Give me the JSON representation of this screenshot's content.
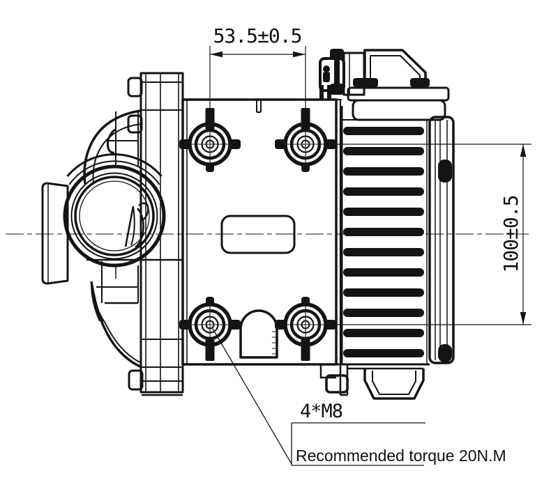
{
  "meta": {
    "background_color": "#ffffff",
    "line_color": "#141414",
    "drawing_type": "electric water pump side view"
  },
  "dimensions": {
    "horizontal": {
      "label": "53.5±0.5"
    },
    "vertical": {
      "label": "100±0.5"
    }
  },
  "annotations": {
    "bolt_spec": {
      "label": "4*M8"
    },
    "torque": {
      "label": "Recommended torque 20N.M"
    }
  }
}
